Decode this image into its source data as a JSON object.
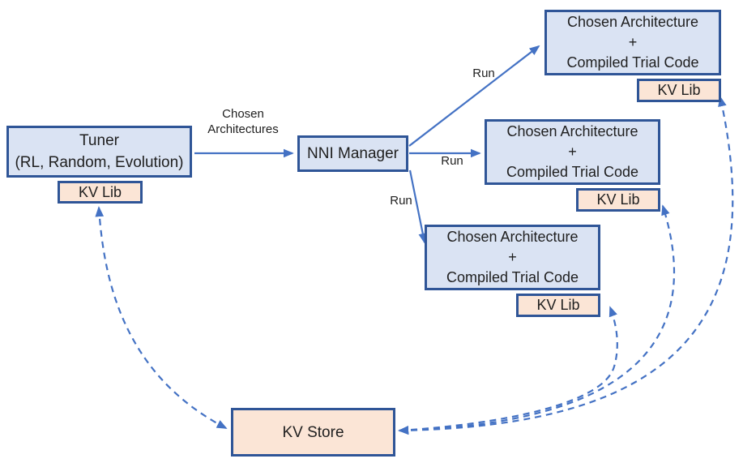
{
  "diagram": {
    "colors": {
      "node_fill_blue": "#dae3f3",
      "node_fill_peach": "#fbe5d6",
      "node_border": "#2f5597",
      "arrow": "#4472c4",
      "text": "#1f1f1f",
      "background": "#ffffff"
    },
    "nodes": {
      "tuner": {
        "line1": "Tuner",
        "line2": "(RL, Random, Evolution)",
        "kv_label": "KV Lib"
      },
      "nni_manager": {
        "label": "NNI Manager"
      },
      "trials": [
        {
          "line1": "Chosen Architecture",
          "line2": "+",
          "line3": "Compiled Trial Code",
          "kv_label": "KV Lib"
        },
        {
          "line1": "Chosen Architecture",
          "line2": "+",
          "line3": "Compiled Trial Code",
          "kv_label": "KV Lib"
        },
        {
          "line1": "Chosen Architecture",
          "line2": "+",
          "line3": "Compiled Trial Code",
          "kv_label": "KV Lib"
        }
      ],
      "kv_store": {
        "label": "KV Store"
      }
    },
    "edge_labels": {
      "chosen_architectures_line1": "Chosen",
      "chosen_architectures_line2": "Architectures",
      "run_top": "Run",
      "run_middle": "Run",
      "run_bottom": "Run"
    }
  }
}
